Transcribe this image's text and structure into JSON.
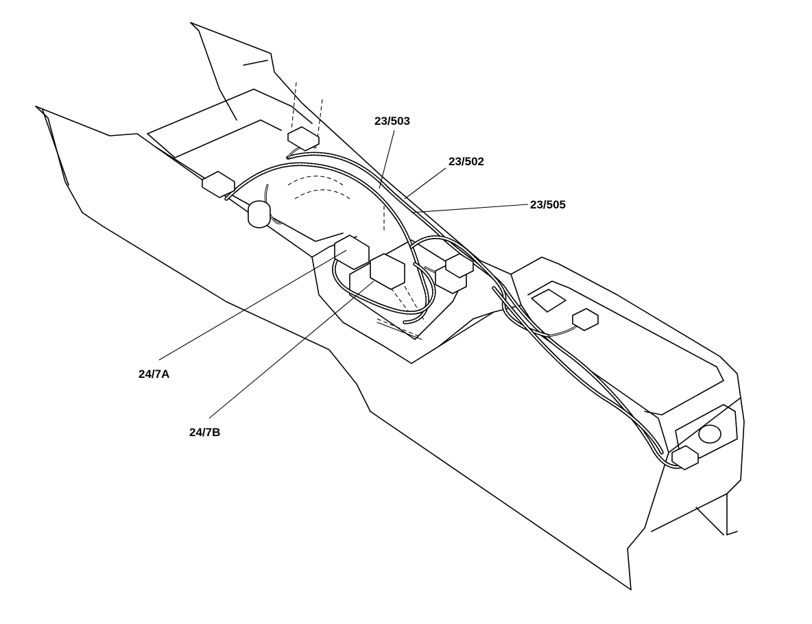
{
  "callouts": {
    "c1": "23/503",
    "c2": "23/502",
    "c3": "23/505",
    "c4": "24/7A",
    "c5": "24/7B"
  }
}
